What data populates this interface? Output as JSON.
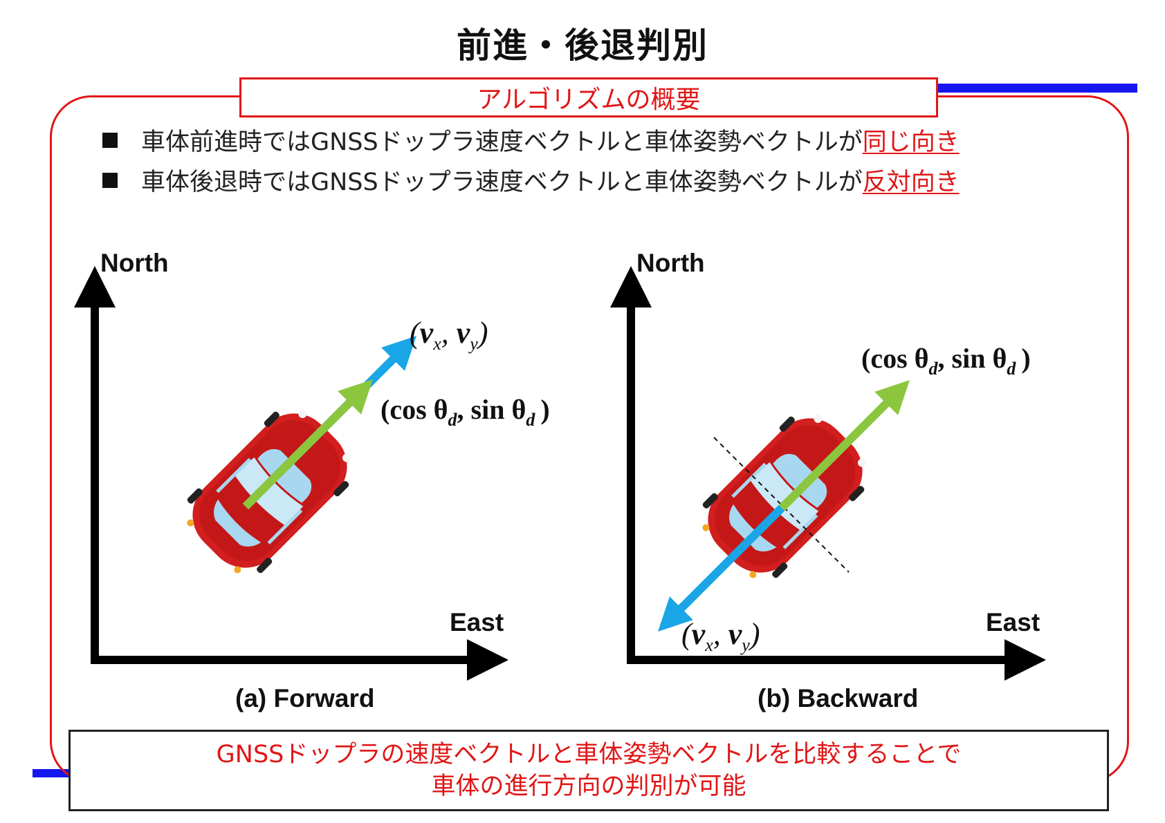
{
  "title": "前進・後退判別",
  "overview_label": "アルゴリズムの概要",
  "bullets": [
    {
      "text": "車体前進時ではGNSSドップラ速度ベクトルと車体姿勢ベクトルが",
      "highlight": "同じ向き"
    },
    {
      "text": "車体後退時ではGNSSドップラ速度ベクトルと車体姿勢ベクトルが",
      "highlight": "反対向き"
    }
  ],
  "panels": [
    {
      "north": "North",
      "east": "East",
      "caption": "(a) Forward",
      "velocity_label": "(vₓ, vᵧ)",
      "heading_label": "(cos θ",
      "heading_sub": "d",
      "heading_mid": ", sin θ",
      "heading_end": ")"
    },
    {
      "north": "North",
      "east": "East",
      "caption": "(b) Backward",
      "velocity_label": "(vₓ, vᵧ)",
      "heading_label": "(cos θ",
      "heading_sub": "d",
      "heading_mid": ", sin θ",
      "heading_end": ")"
    }
  ],
  "velocity_v": "v",
  "velocity_x": "x",
  "velocity_y": "y",
  "summary_lines": [
    "GNSSドップラの速度ベクトルと車体姿勢ベクトルを比較することで",
    "車体の進行方向の判別が可能"
  ],
  "colors": {
    "accent_red": "#e01616",
    "accent_blue": "#1616ee",
    "velocity_arrow": "#1aa5e6",
    "heading_arrow": "#8cc63f",
    "car_body": "#d21e1e",
    "car_glass": "#a8d8f0"
  }
}
